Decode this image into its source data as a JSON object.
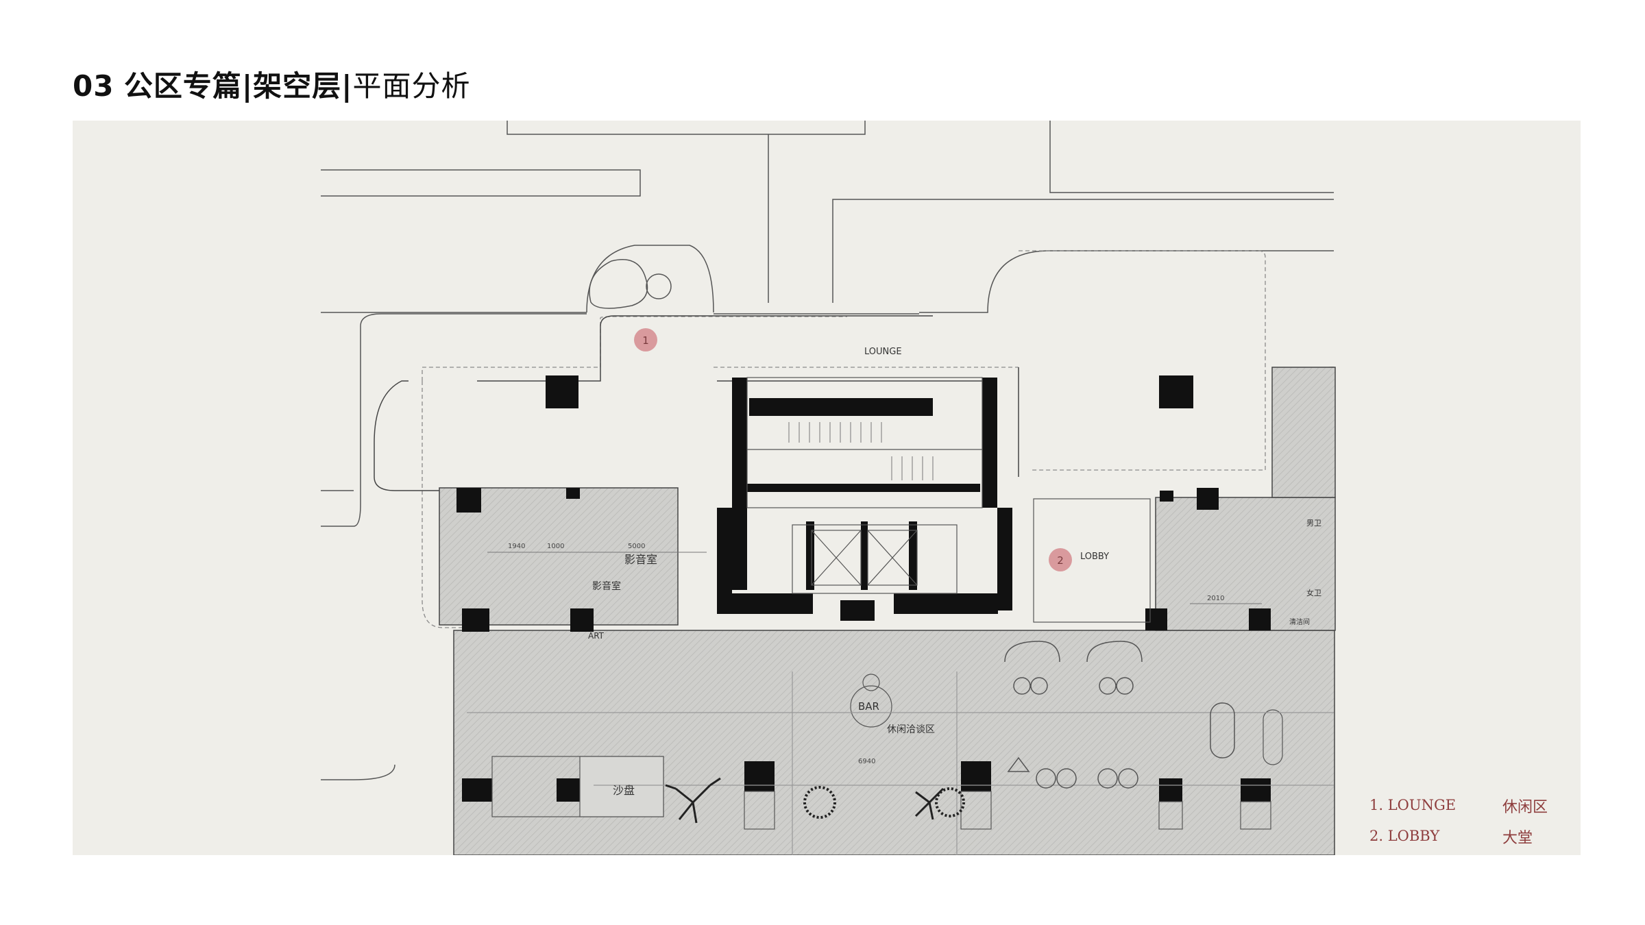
{
  "header": {
    "number": "03",
    "title_bold": "公区专篇|架空层|",
    "title_light": "平面分析"
  },
  "plan": {
    "markers": [
      {
        "num": "1"
      },
      {
        "num": "2"
      }
    ],
    "labels": {
      "lounge": "LOUNGE",
      "lobby": "LOBBY",
      "cinema": "影音室",
      "cinema2": "影音室",
      "art": "ART",
      "bar": "BAR",
      "leisure": "休闲洽谈区",
      "sandbox": "沙盘",
      "male_wc": "男卫",
      "female_wc": "女卫",
      "cleaning": "清洁间"
    },
    "dimensions": {
      "d1": "1940",
      "d2": "1000",
      "d3": "5000",
      "d4": "2010",
      "d5": "6940"
    }
  },
  "legend": [
    {
      "en": "1. LOUNGE",
      "cn": "休闲区"
    },
    {
      "en": "2. LOBBY",
      "cn": "大堂"
    }
  ],
  "colors": {
    "accent": "#8e3d3d",
    "marker_fill": "#d99a9d",
    "panel_bg": "#efeee9",
    "hatch": "#cfcfcc"
  }
}
